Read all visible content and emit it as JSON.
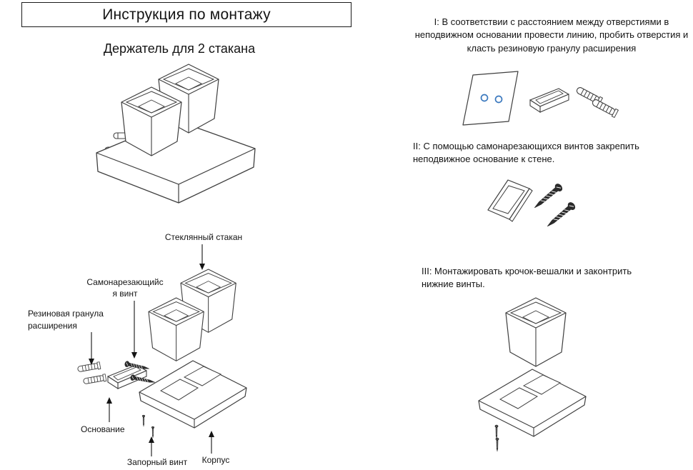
{
  "header": {
    "title": "Инструкция по монтажу",
    "subtitle": "Держатель для 2 стакана"
  },
  "exploded": {
    "labels": {
      "glass": "Стеклянный стакан",
      "screw_line1": "Самонарезающийс",
      "screw_line2": "я винт",
      "dowel_line1": "Резиновая гранула",
      "dowel_line2": "расширения",
      "base": "Основание",
      "lock_screw": "Запорный винт",
      "body": "Корпус"
    }
  },
  "steps": [
    {
      "text": "I: В соответствии с расстоянием между отверстиями в неподвижном основании провести линию, пробить отверстия и класть резиновую гранулу расширения"
    },
    {
      "text": "II: С помощью самонарезающихся винтов закрепить неподвижное основание к стене."
    },
    {
      "text": "III: Монтажировать крочок-вешалки и законтрить нижние винты."
    }
  ],
  "colors": {
    "line": "#3f3f3f",
    "hole_blue": "#3a78be",
    "text": "#141414"
  }
}
